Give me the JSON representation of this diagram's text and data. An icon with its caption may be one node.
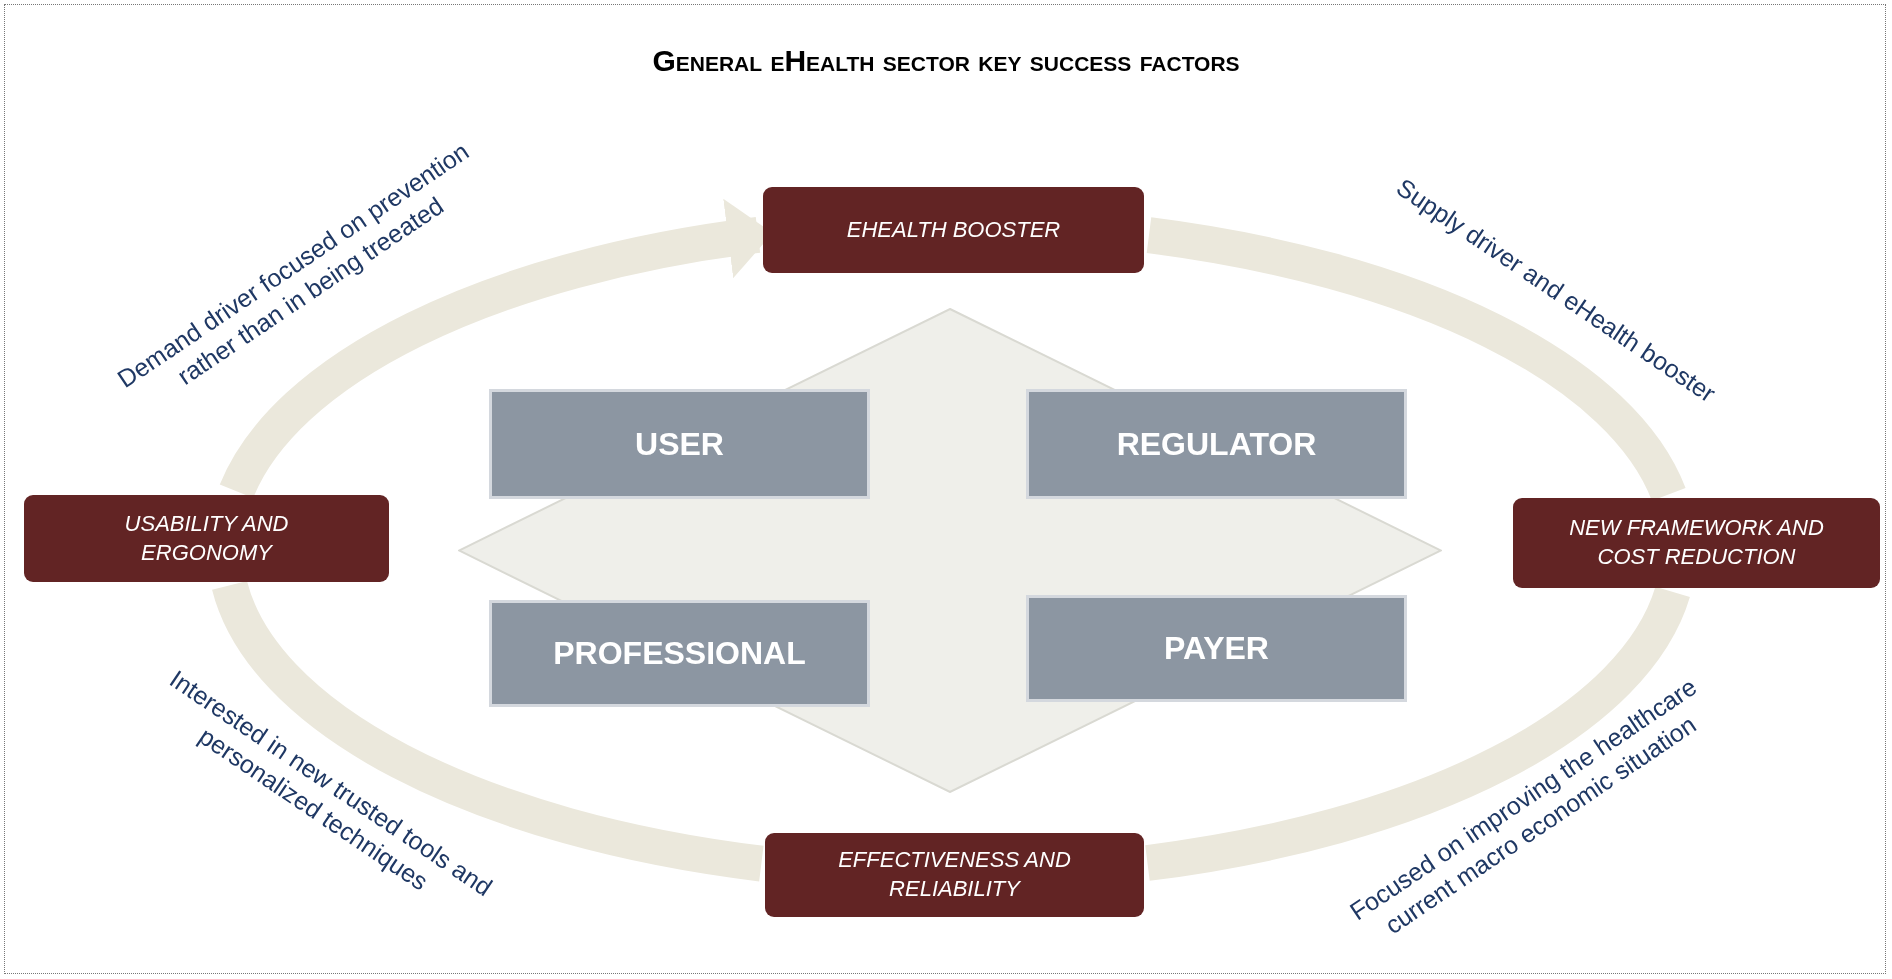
{
  "diagram": {
    "title": "General eHealth sector key success factors",
    "nodes": [
      {
        "text": [
          "EHEALTH BOOSTER"
        ]
      },
      {
        "text": [
          "USABILITY AND ERGONOMY"
        ]
      },
      {
        "text": [
          "NEW FRAMEWORK AND COST REDUCTION"
        ]
      },
      {
        "text": [],
        "shape": "diamond"
      },
      {
        "text": [
          "USER"
        ],
        "in": 3
      },
      {
        "text": [
          "REGULATOR"
        ],
        "in": 3
      },
      {
        "text": [
          "PROFESSIONAL"
        ],
        "in": 3
      },
      {
        "text": [
          "PAYER"
        ],
        "in": 3
      },
      {
        "text": [
          "EFFECTIVENESS AND RELIABILITY"
        ]
      }
    ],
    "edges": [
      {
        "from": 1,
        "to": 0,
        "arrow": "to"
      },
      {
        "from": 0,
        "to": 2,
        "arrow": "none"
      },
      {
        "from": 2,
        "to": 8,
        "arrow": "none"
      },
      {
        "from": 8,
        "to": 1,
        "arrow": "none"
      }
    ],
    "labels": [
      "Demand driver focused on prevention rather than in being treeated",
      "Supply driver and eHealth booster",
      "Interested in new trusted tools and personalized techniques",
      "Focused on improving the healthcare current macro economic situation"
    ]
  }
}
